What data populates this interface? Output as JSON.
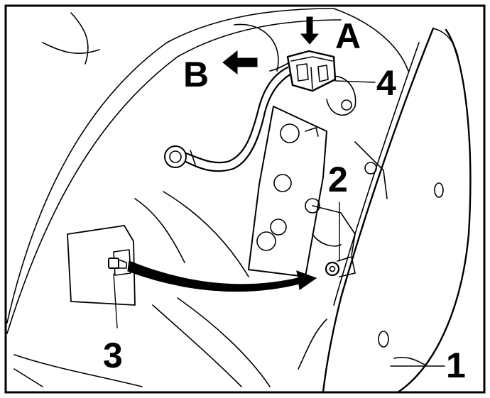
{
  "diagram": {
    "callouts": {
      "c1": "1",
      "c2": "2",
      "c3": "3",
      "c4": "4",
      "cA": "A",
      "cB": "B"
    },
    "colors": {
      "line": "#000000",
      "fill": "#ffffff",
      "frame": "#000000"
    }
  }
}
